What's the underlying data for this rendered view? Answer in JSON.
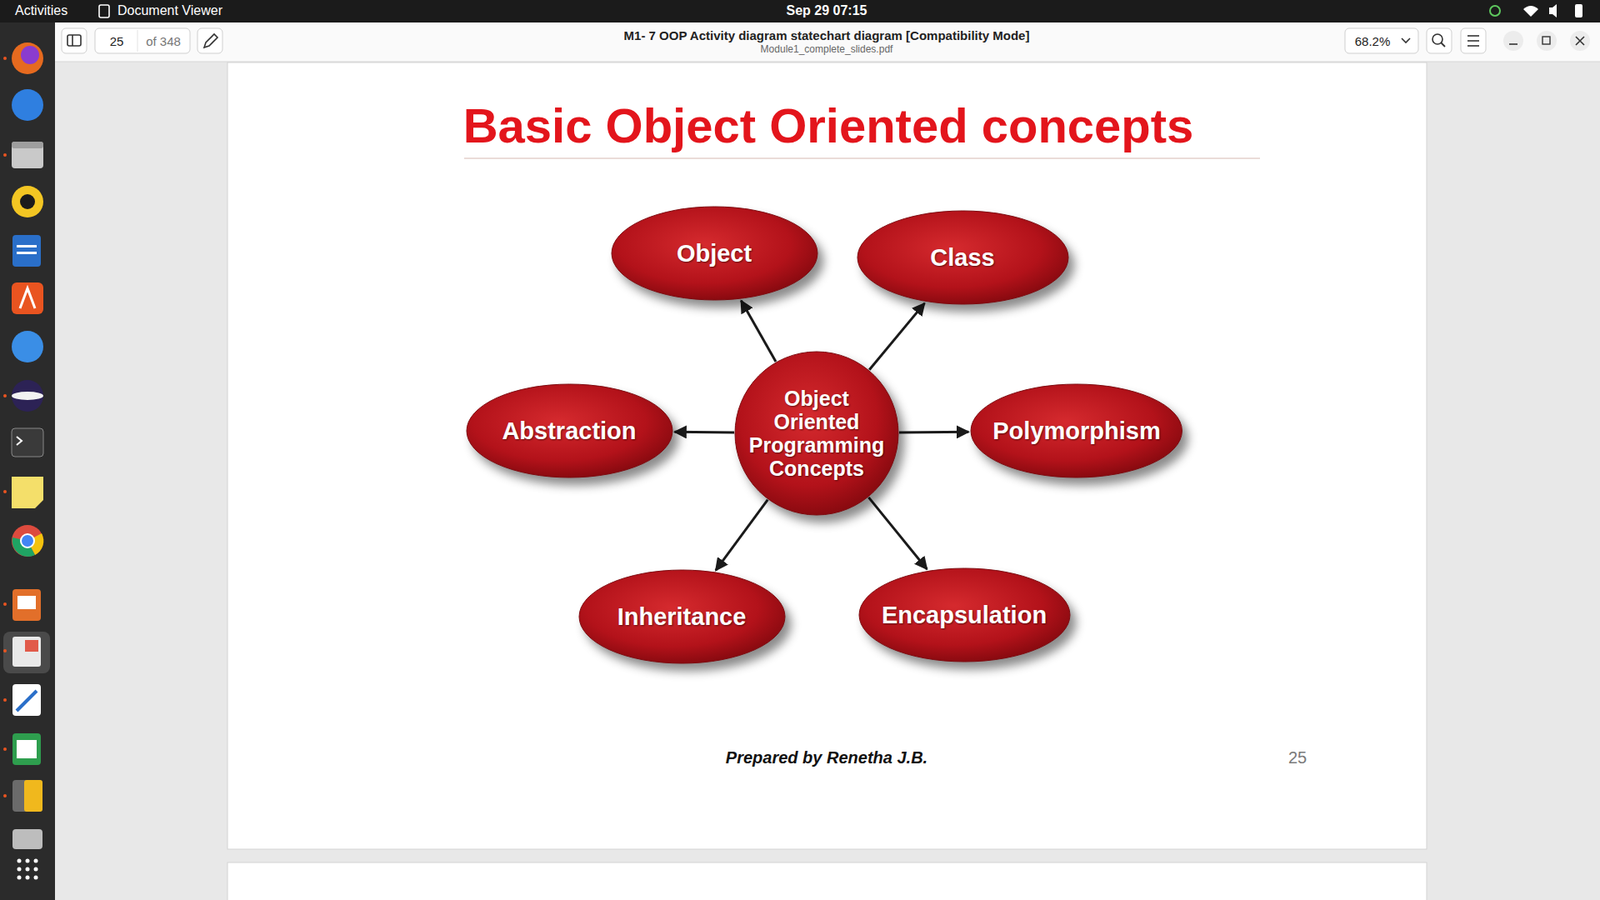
{
  "diagram": {
    "title": "Basic Object Oriented concepts",
    "nodes": [
      {
        "text": [
          "Object"
        ]
      },
      {
        "text": [
          "Class"
        ]
      },
      {
        "text": [
          "Abstraction"
        ]
      },
      {
        "text": [
          "Object Oriented Programming Concepts"
        ]
      },
      {
        "text": [
          "Polymorphism"
        ]
      },
      {
        "text": [
          "Inheritance"
        ]
      },
      {
        "text": [
          "Encapsulation"
        ]
      }
    ],
    "edges": [
      {
        "from": 3,
        "to": 0,
        "arrow": "to"
      },
      {
        "from": 3,
        "to": 1,
        "arrow": "to"
      },
      {
        "from": 3,
        "to": 2,
        "arrow": "to"
      },
      {
        "from": 3,
        "to": 4,
        "arrow": "to"
      },
      {
        "from": 3,
        "to": 5,
        "arrow": "to"
      },
      {
        "from": 3,
        "to": 6,
        "arrow": "to"
      }
    ],
    "labels": [
      "Activities",
      "Document Viewer",
      "Sep 29 07:15",
      "25",
      "of 348",
      "M1- 7 OOP Activity diagram statechart diagram [Compatibility Mode]",
      "Module1_complete_slides.pdf",
      "68.2%",
      "Prepared by Renetha J.B.",
      "25"
    ]
  }
}
